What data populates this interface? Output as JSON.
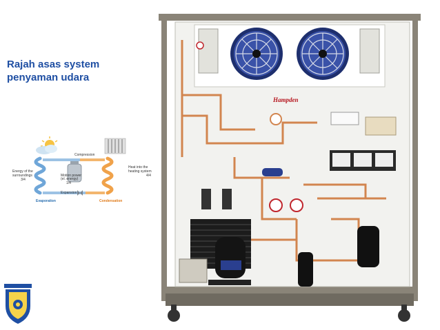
{
  "slide": {
    "title_line1": "Rajah asas system",
    "title_line2": "penyaman udara"
  },
  "diagram": {
    "compression": "Compression",
    "energy_line1": "Energy of the",
    "energy_line2": "surroundings",
    "energy_fraction": "3/4",
    "motor_line1": "Motion power",
    "motor_line2": "(el. energy)",
    "motor_fraction": "1/4",
    "heat_line1": "Heat into the",
    "heat_line2": "heating system",
    "heat_fraction": "4/4",
    "expansion": "Expansion",
    "evaporation": "Evaporation",
    "condensation": "Condensation"
  },
  "trainer": {
    "brand": "Hampden"
  },
  "colors": {
    "title": "#1f4fa3",
    "frame": "#8a8478",
    "panel": "#f2f2ef",
    "copper": "#d2854f",
    "fan_blue": "#2a3f8f",
    "evaporation_blue": "#6fa6d8",
    "condensation_orange": "#f0a24a"
  }
}
